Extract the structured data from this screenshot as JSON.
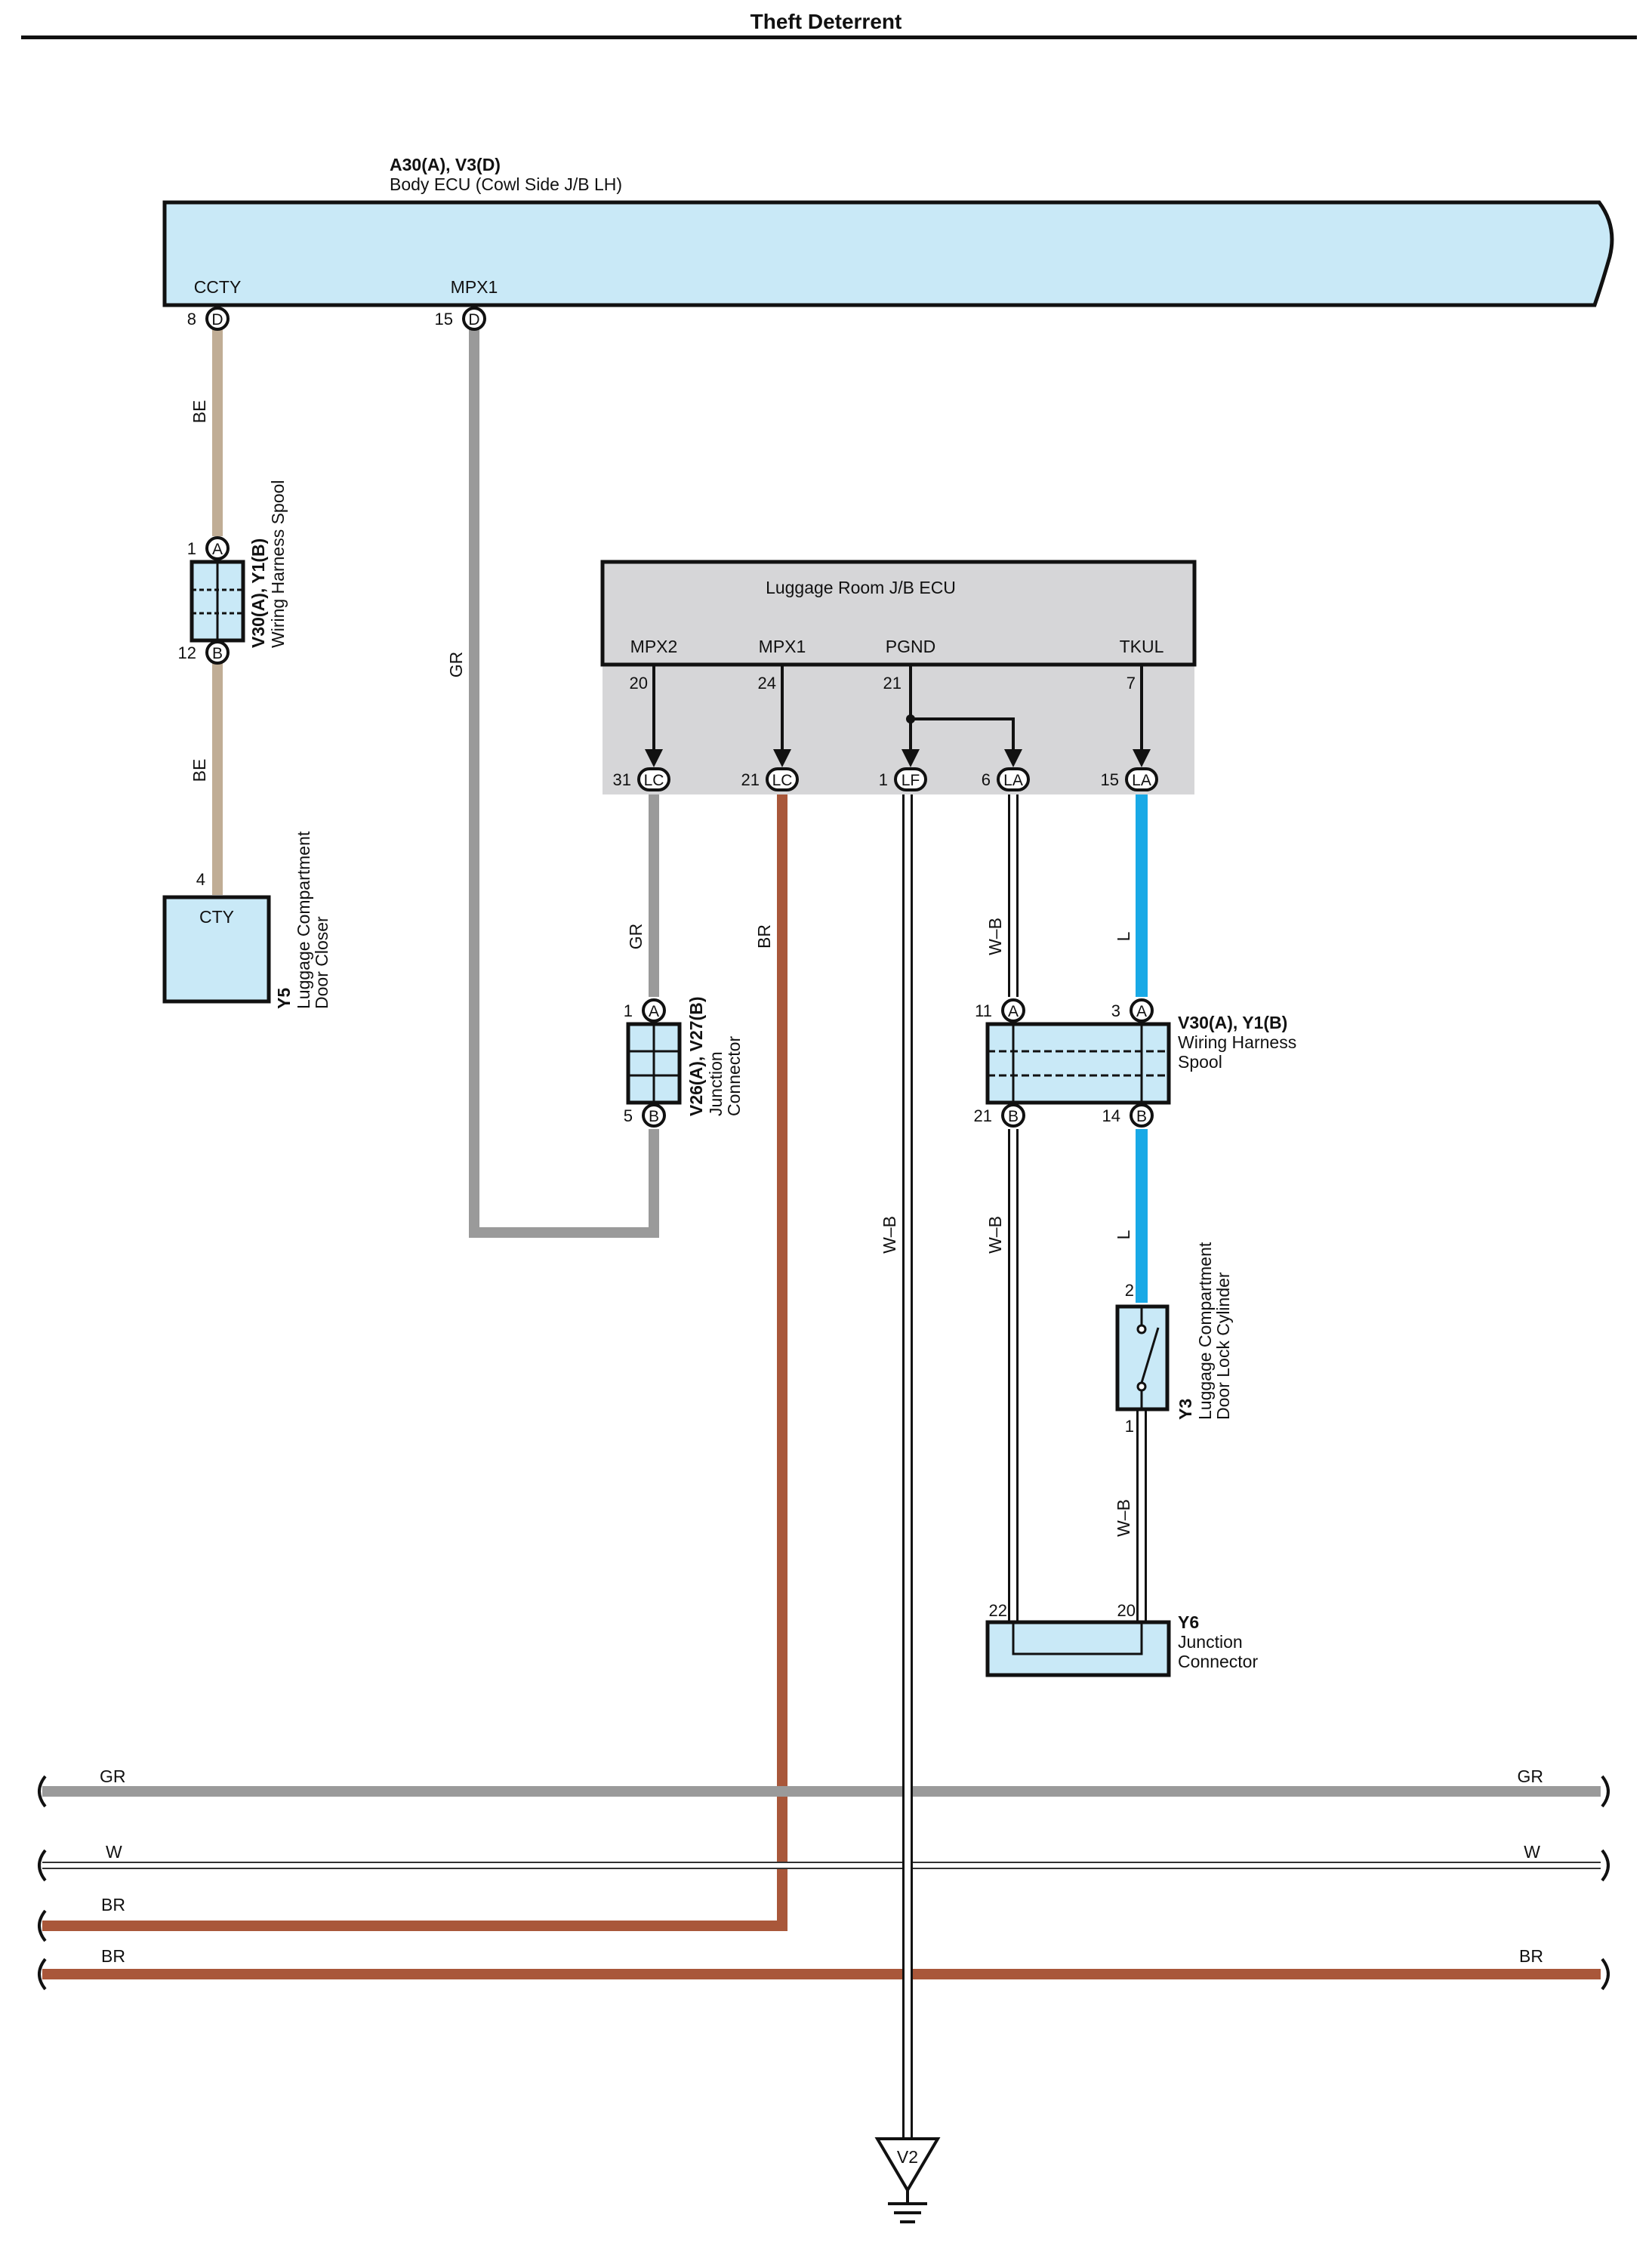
{
  "header": {
    "title": "Theft Deterrent"
  },
  "body_ecu": {
    "ref": "A30(A), V3(D)",
    "name": "Body ECU (Cowl Side J/B LH)",
    "pins": [
      {
        "label": "CCTY",
        "num": "8",
        "conn": "D"
      },
      {
        "label": "MPX1",
        "num": "15",
        "conn": "D"
      }
    ]
  },
  "spool_left": {
    "ref": "V30(A), Y1(B)",
    "name": "Wiring Harness Spool",
    "pin_top": "1",
    "conn_top": "A",
    "pin_bottom": "12",
    "conn_bottom": "B"
  },
  "door_closer": {
    "ref": "Y5",
    "name_l1": "Luggage Compartment",
    "name_l2": "Door Closer",
    "pin": "4",
    "label": "CTY"
  },
  "luggage_ecu": {
    "name": "Luggage Room J/B ECU",
    "pins": [
      {
        "label": "MPX2",
        "num": "20",
        "out_num": "31",
        "conn": "LC"
      },
      {
        "label": "MPX1",
        "num": "24",
        "out_num": "21",
        "conn": "LC"
      },
      {
        "label": "PGND",
        "num": "21",
        "out_num": "1",
        "conn": "LF"
      },
      {
        "label": "",
        "num": "",
        "out_num": "6",
        "conn": "LA"
      },
      {
        "label": "TKUL",
        "num": "7",
        "out_num": "15",
        "conn": "LA"
      }
    ]
  },
  "junction_v26": {
    "ref": "V26(A), V27(B)",
    "name_l1": "Junction",
    "name_l2": "Connector",
    "pin_top": "1",
    "conn_top": "A",
    "pin_bottom": "5",
    "conn_bottom": "B"
  },
  "spool_right": {
    "ref": "V30(A), Y1(B)",
    "name_l1": "Wiring Harness",
    "name_l2": "Spool",
    "pins": [
      {
        "num": "11",
        "conn": "A"
      },
      {
        "num": "3",
        "conn": "A"
      },
      {
        "num": "21",
        "conn": "B"
      },
      {
        "num": "14",
        "conn": "B"
      }
    ]
  },
  "lock_cylinder": {
    "ref": "Y3",
    "name_l1": "Luggage Compartment",
    "name_l2": "Door Lock Cylinder",
    "pin_top": "2",
    "pin_bottom": "1"
  },
  "junction_y6": {
    "ref": "Y6",
    "name_l1": "Junction",
    "name_l2": "Connector",
    "pin_left": "22",
    "pin_right": "20"
  },
  "ground": {
    "label": "V2"
  },
  "wire_labels": {
    "be": "BE",
    "gr": "GR",
    "br": "BR",
    "wb": "W–B",
    "l": "L",
    "w": "W"
  },
  "bus_lines": [
    {
      "left": "GR",
      "right": "GR",
      "color": "#9a9a9a"
    },
    {
      "left": "W",
      "right": "W",
      "color": "#ffffff"
    },
    {
      "left": "BR",
      "right": "",
      "color": "#a9573a"
    },
    {
      "left": "BR",
      "right": "BR",
      "color": "#a9573a"
    }
  ],
  "colors": {
    "component_fill": "#c9e9f7",
    "ecu_fill": "#d6d6d8",
    "wire_be": "#c0ad95",
    "wire_gr": "#9a9a9a",
    "wire_br": "#a9573a",
    "wire_l": "#19a9e6"
  }
}
